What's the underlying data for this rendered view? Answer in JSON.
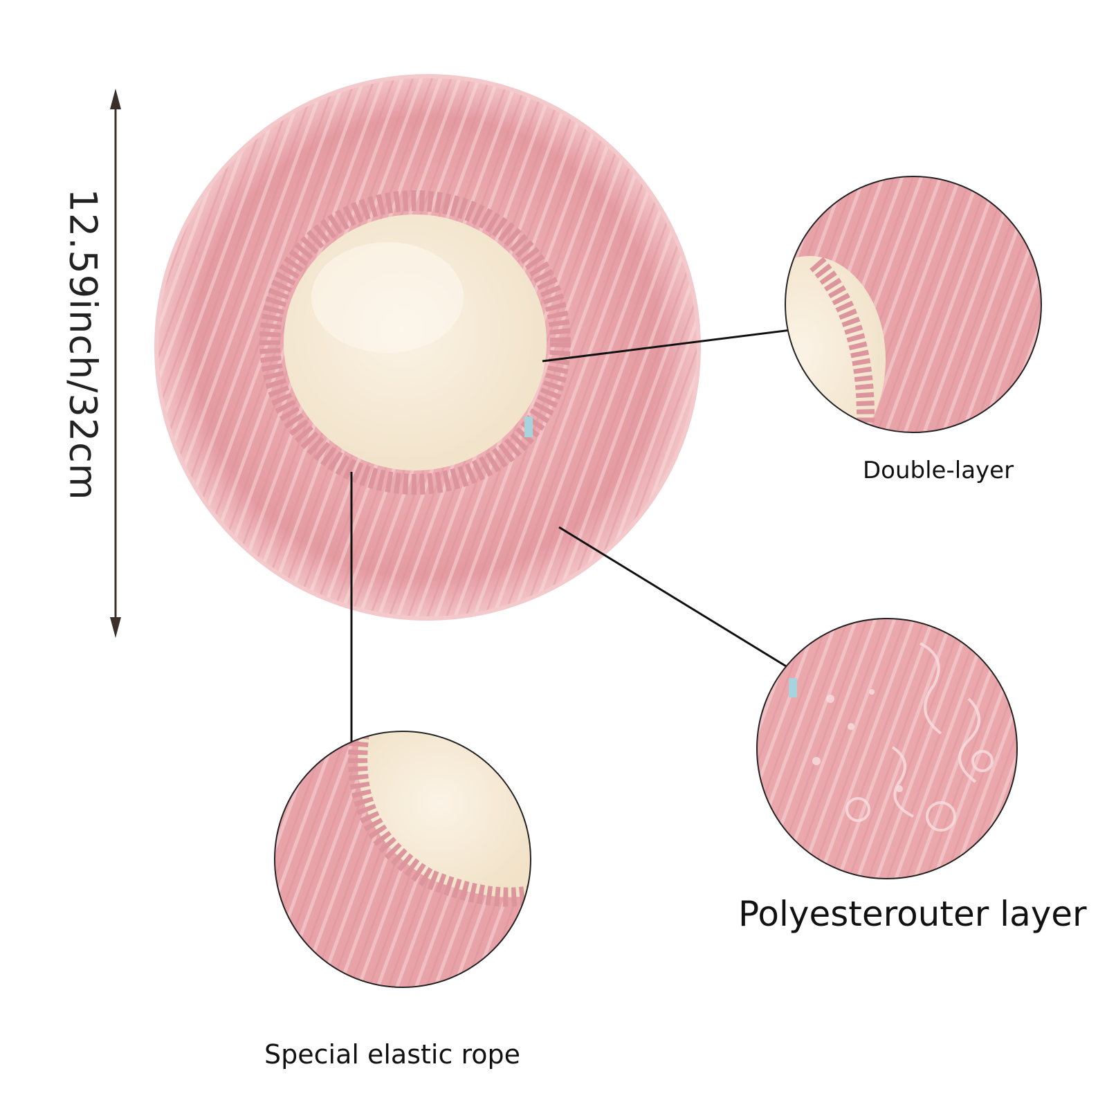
{
  "dimension": {
    "text": "12.59inch/32cm"
  },
  "callouts": {
    "double_layer": "Double-layer",
    "outer_layer": "Polyesterouter layer",
    "elastic_rope": "Special elastic rope"
  },
  "colors": {
    "satin_pink": "#e9a3a9",
    "satin_dark": "#d98c93",
    "lining_cream": "#f6ead6",
    "line": "#111111",
    "background": "#ffffff"
  }
}
